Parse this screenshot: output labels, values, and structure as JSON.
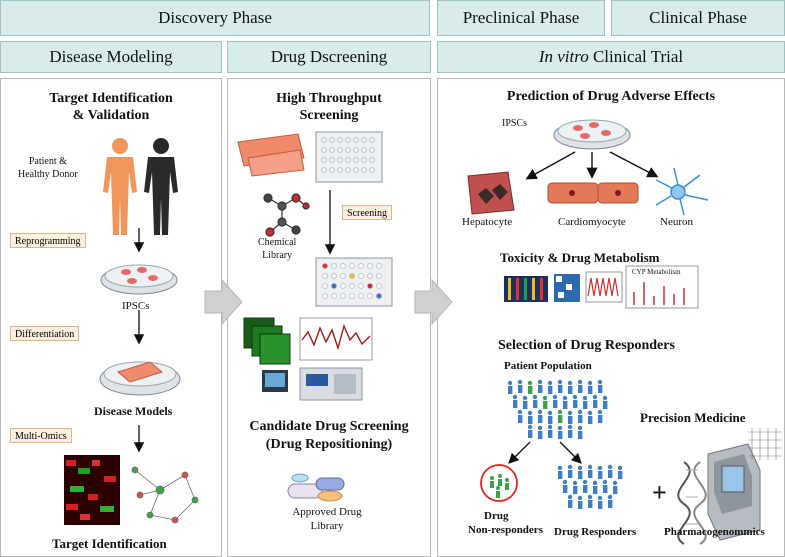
{
  "phases": {
    "discovery": "Discovery Phase",
    "preclinical": "Preclinical Phase",
    "clinical": "Clinical Phase"
  },
  "sections": {
    "disease_modeling": "Disease Modeling",
    "drug_screening": "Drug Dscreening",
    "in_vitro_italic": "In vitro",
    "in_vitro_rest": " Clinical Trial"
  },
  "disease_modeling": {
    "title_line1": "Target Identification",
    "title_line2": "& Validation",
    "patient_line1": "Patient &",
    "patient_line2": "Healthy Donor",
    "reprogramming": "Reprogramming",
    "ipscs": "IPSCs",
    "differentiation": "Differentiation",
    "disease_models": "Disease Models",
    "multi_omics": "Multi-Omics",
    "target_identification": "Target Identification"
  },
  "drug_screening": {
    "title_line1": "High Throughput",
    "title_line2": "Screening",
    "screening": "Screening",
    "chemical_line1": "Chemical",
    "chemical_line2": "Library",
    "candidate_line1": "Candidate Drug Screening",
    "candidate_line2": "(Drug Repositioning)",
    "approved_line1": "Approved Drug",
    "approved_line2": "Library"
  },
  "clinical_trial": {
    "adverse_title": "Prediction of Drug Adverse Effects",
    "ipscs": "IPSCs",
    "hepatocyte": "Hepatocyte",
    "cardiomyocyte": "Cardiomyocyte",
    "neuron": "Neuron",
    "toxicity": "Toxicity & Drug Metabolism",
    "cyp_metabolism": "CYP Metabolism",
    "responders_title": "Selection of Drug Responders",
    "patient_population": "Patient Population",
    "precision_medicine": "Precision Medicine",
    "drug": "Drug",
    "non_responders": "Non-responders",
    "drug_responders": "Drug Responders",
    "plus": "+",
    "pharmacogenomics": "Pharmacogenommics"
  },
  "colors": {
    "header_fill": "#d8ecec",
    "header_border": "#9cc2c4",
    "tag_fill": "#fdf0de",
    "arrow_gray": "#d0d0d0",
    "person_orange": "#f0965a",
    "person_black": "#2a2a2a",
    "responder_blue": "#3d7fc4",
    "nonresponder_green": "#3da04a",
    "circle_red": "#e0261e"
  }
}
